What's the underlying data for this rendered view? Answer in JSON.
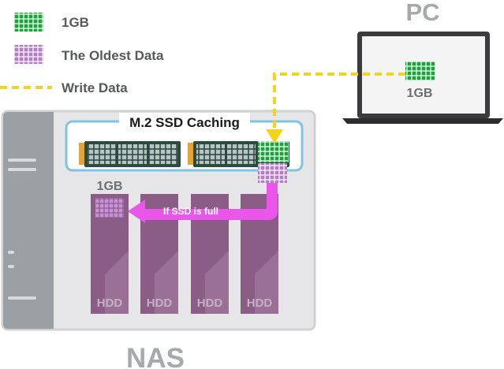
{
  "legend": {
    "size_label": "1GB",
    "oldest_label": "The Oldest Data",
    "write_label": "Write Data"
  },
  "pc": {
    "title": "PC",
    "data_label": "1GB"
  },
  "nas": {
    "title": "NAS",
    "ssd_label": "M.2 SSD Caching",
    "hdd_data_label": "1GB",
    "full_label": "If SSD is full",
    "hdd_labels": [
      "HDD",
      "HDD",
      "HDD",
      "HDD"
    ]
  },
  "colors": {
    "data_green": "#1aa33a",
    "oldest_purple": "#b57cc8",
    "write_arrow": "#f5d31b",
    "full_arrow": "#e956e9",
    "cache_border": "#7fc4e3",
    "hdd": "#8a5d86",
    "nas_body": "#e6e6e8",
    "nas_side": "#9aa0a4",
    "title_gray": "#a7a9ab"
  }
}
